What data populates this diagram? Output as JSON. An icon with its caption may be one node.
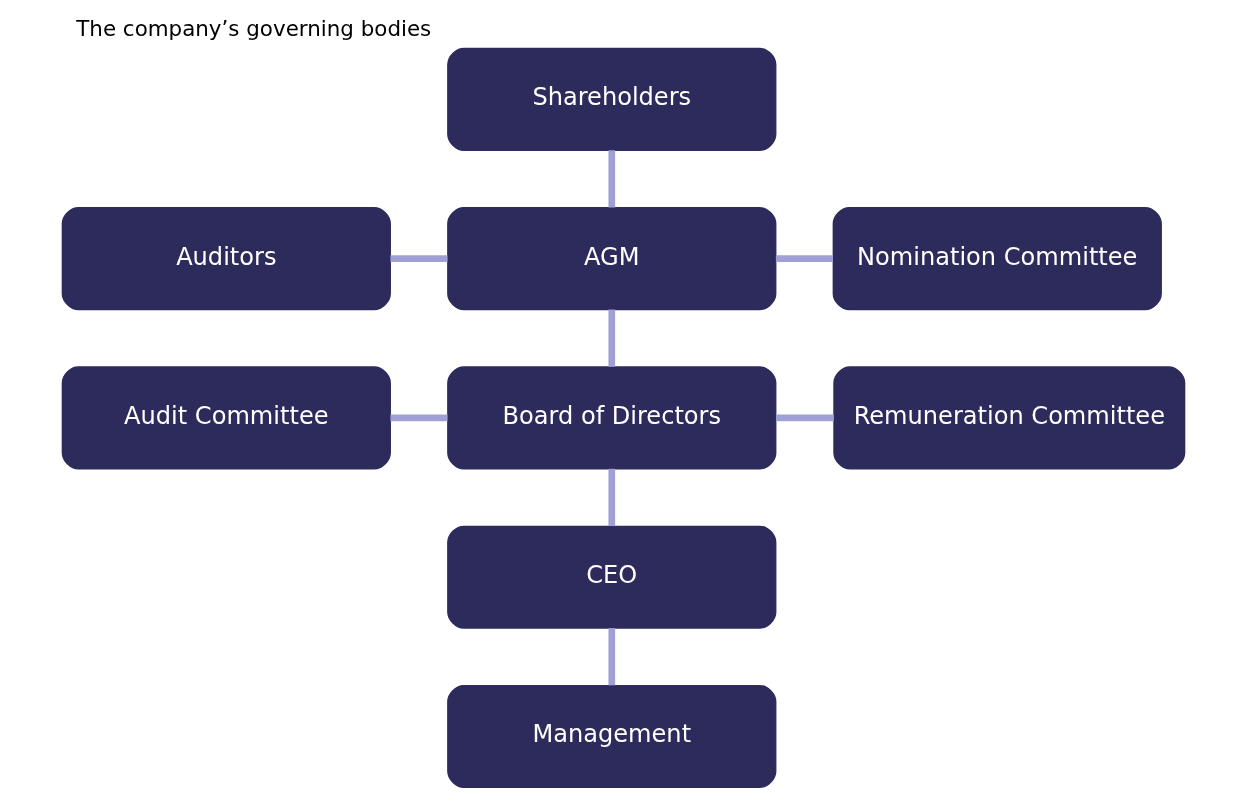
{
  "diagram": {
    "title": "The company’s governing bodies",
    "nodes": [
      {
        "text": [
          "Shareholders"
        ]
      },
      {
        "text": [
          "Auditors"
        ]
      },
      {
        "text": [
          "AGM"
        ]
      },
      {
        "text": [
          "Nomination Committee"
        ]
      },
      {
        "text": [
          "Audit Committee"
        ]
      },
      {
        "text": [
          "Board of Directors"
        ]
      },
      {
        "text": [
          "Remuneration Committee"
        ]
      },
      {
        "text": [
          "CEO"
        ]
      },
      {
        "text": [
          "Management"
        ]
      }
    ],
    "edges": [
      {
        "from": 0,
        "to": 2,
        "arrow": "none"
      },
      {
        "from": 1,
        "to": 2,
        "arrow": "none"
      },
      {
        "from": 2,
        "to": 3,
        "arrow": "none"
      },
      {
        "from": 2,
        "to": 5,
        "arrow": "none"
      },
      {
        "from": 4,
        "to": 5,
        "arrow": "none"
      },
      {
        "from": 5,
        "to": 6,
        "arrow": "none"
      },
      {
        "from": 5,
        "to": 7,
        "arrow": "none"
      },
      {
        "from": 7,
        "to": 8,
        "arrow": "none"
      }
    ]
  }
}
